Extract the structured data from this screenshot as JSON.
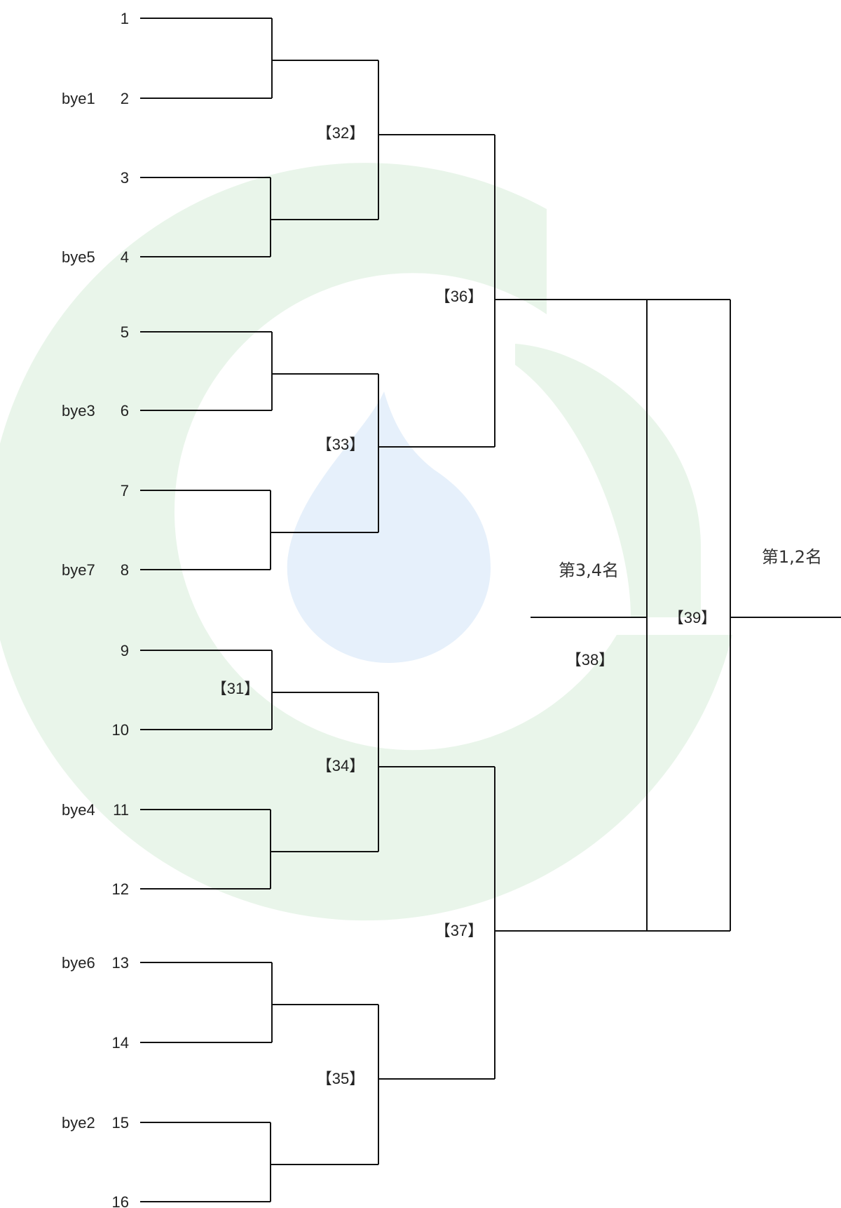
{
  "watermark": {
    "icon": "green-swirl-blue-drop-logo",
    "colors": {
      "ring": "#e9f5ea",
      "drop": "#e6f0fb"
    }
  },
  "seeds": [
    {
      "number": "1",
      "bye": ""
    },
    {
      "number": "2",
      "bye": "bye1"
    },
    {
      "number": "3",
      "bye": ""
    },
    {
      "number": "4",
      "bye": "bye5"
    },
    {
      "number": "5",
      "bye": ""
    },
    {
      "number": "6",
      "bye": "bye3"
    },
    {
      "number": "7",
      "bye": ""
    },
    {
      "number": "8",
      "bye": "bye7"
    },
    {
      "number": "9",
      "bye": ""
    },
    {
      "number": "10",
      "bye": ""
    },
    {
      "number": "11",
      "bye": "bye4"
    },
    {
      "number": "12",
      "bye": ""
    },
    {
      "number": "13",
      "bye": "bye6"
    },
    {
      "number": "14",
      "bye": ""
    },
    {
      "number": "15",
      "bye": "bye2"
    },
    {
      "number": "16",
      "bye": ""
    }
  ],
  "matches": {
    "m31": "【31】",
    "m32": "【32】",
    "m33": "【33】",
    "m34": "【34】",
    "m35": "【35】",
    "m36": "【36】",
    "m37": "【37】",
    "m38": "【38】",
    "m39": "【39】"
  },
  "placements": {
    "third_fourth": "第3,4名",
    "first_second": "第1,2名"
  }
}
